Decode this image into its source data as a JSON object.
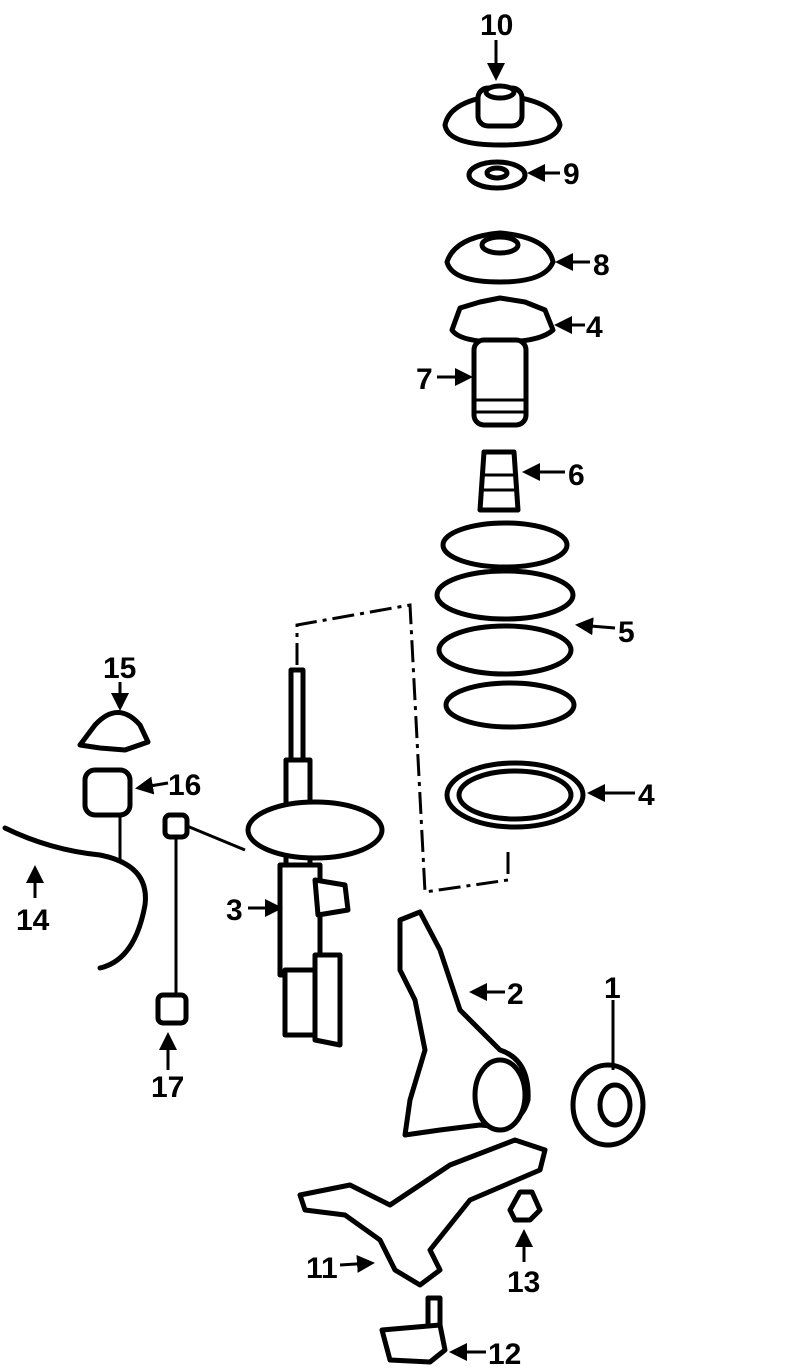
{
  "diagram": {
    "title": "Front suspension exploded parts diagram",
    "callouts": {
      "c10": "10",
      "c9": "9",
      "c8": "8",
      "c4a": "4",
      "c7": "7",
      "c6": "6",
      "c5": "5",
      "c15": "15",
      "c16": "16",
      "c4b": "4",
      "c14": "14",
      "c3": "3",
      "c2": "2",
      "c1": "1",
      "c17": "17",
      "c11": "11",
      "c13": "13",
      "c12": "12"
    }
  }
}
